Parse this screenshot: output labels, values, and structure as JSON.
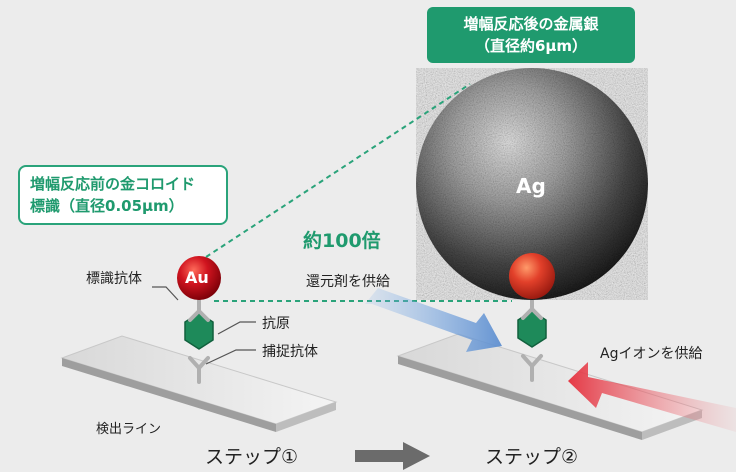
{
  "callouts": {
    "gold_line1": "増幅反応前の金コロイド",
    "gold_line2": "標識（直径0.05μm）",
    "silver_line1": "増幅反応後の金属銀",
    "silver_line2": "（直径約6μm）"
  },
  "labels": {
    "ratio": "約100倍",
    "au": "Au",
    "ag": "Ag",
    "labeled_antibody": "標識抗体",
    "antigen": "抗原",
    "capture_antibody": "捕捉抗体",
    "detection_line": "検出ライン",
    "reducing_agent": "還元剤を供給",
    "ag_ion": "Agイオンを供給",
    "step1": "ステップ①",
    "step2": "ステップ②"
  },
  "colors": {
    "accent_green": "#1f9a6e",
    "callout_border": "#2aa37a",
    "gold_particle": "#c8141e",
    "antigen_green": "#1e8a5a",
    "blue_arrow": "#6f9fd8",
    "red_arrow": "#e04a55",
    "step_arrow": "#6b6b6b"
  },
  "icons": {
    "step_arrow": "arrow-right-icon",
    "reagent_arrows": "arrow-icon",
    "antibody": "y-shape-antibody-icon",
    "antigen": "hexagon-antigen-icon"
  }
}
